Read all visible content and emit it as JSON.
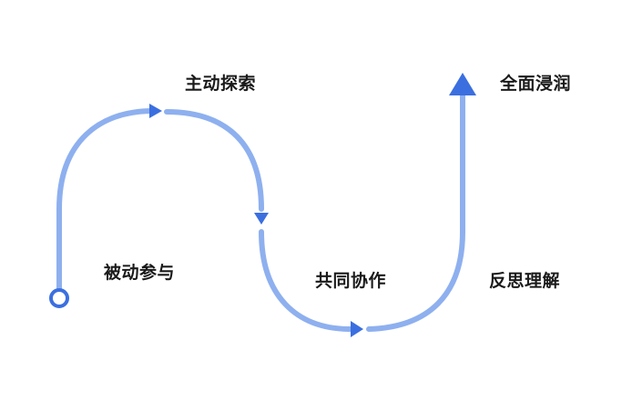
{
  "diagram": {
    "stages": [
      "被动参与",
      "主动探索",
      "共同协作",
      "反思理解",
      "全面浸润"
    ],
    "colors": {
      "path": "#8eb0ef",
      "arrow": "#3b6fe0",
      "text": "#1a1a1a",
      "background": "#ffffff"
    }
  }
}
